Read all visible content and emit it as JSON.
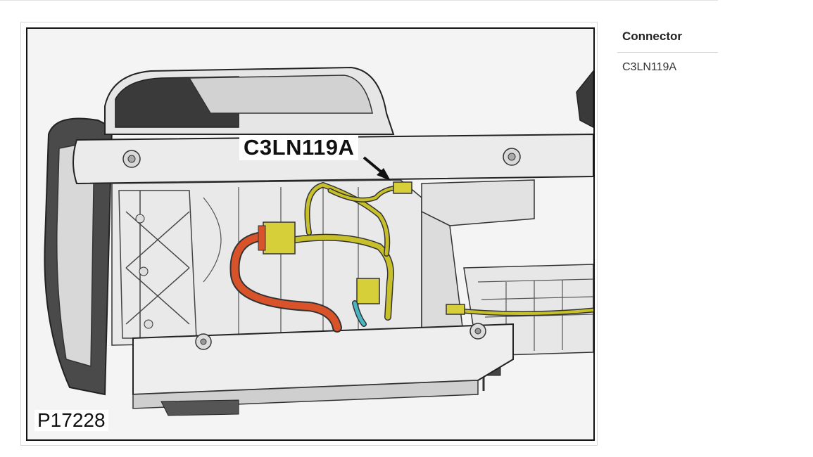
{
  "figure": {
    "callout_label": "C3LN119A",
    "figure_id": "P17228"
  },
  "side_panel": {
    "heading": "Connector",
    "value": "C3LN119A"
  },
  "colors": {
    "harness": "#c8c02a",
    "connector": "#d6cf3a",
    "red_hose": "#d9532a",
    "blue_clip": "#4ab6c4"
  }
}
